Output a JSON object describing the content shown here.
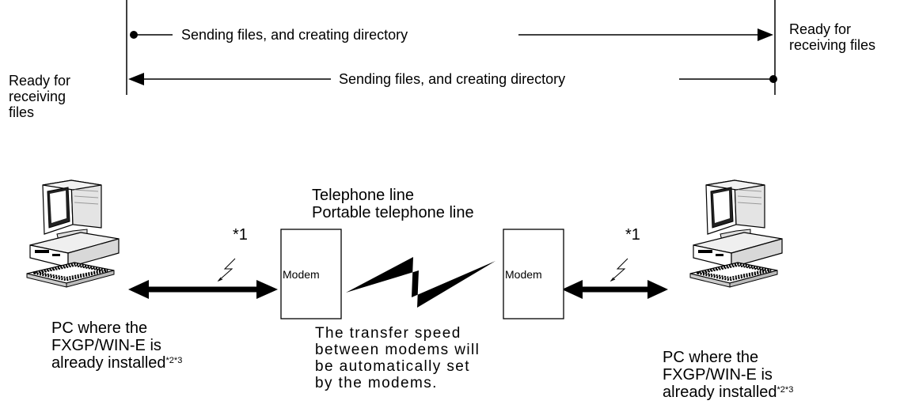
{
  "top_flow": {
    "label_forward": "Sending files, and creating directory",
    "label_backward": "Sending files, and creating directory",
    "left_status": [
      "Ready for",
      "receiving",
      "files"
    ],
    "right_status": [
      "Ready for",
      "receiving files"
    ]
  },
  "network": {
    "line_label_1": "Telephone line",
    "line_label_2": "Portable telephone line",
    "note_mark_left": "*1",
    "note_mark_right": "*1",
    "modem_left": "Modem",
    "modem_right": "Modem",
    "speed_note": [
      "The transfer speed",
      "between modems will",
      "be automatically set",
      "by the modems."
    ]
  },
  "pc_left": {
    "caption": [
      "PC where the",
      "FXGP/WIN-E is",
      "already installed"
    ],
    "footnote": "*2*3",
    "icon": "desktop-computer-icon"
  },
  "pc_right": {
    "caption": [
      "PC where the",
      "FXGP/WIN-E is",
      "already installed"
    ],
    "footnote": "*2*3",
    "icon": "desktop-computer-icon"
  }
}
